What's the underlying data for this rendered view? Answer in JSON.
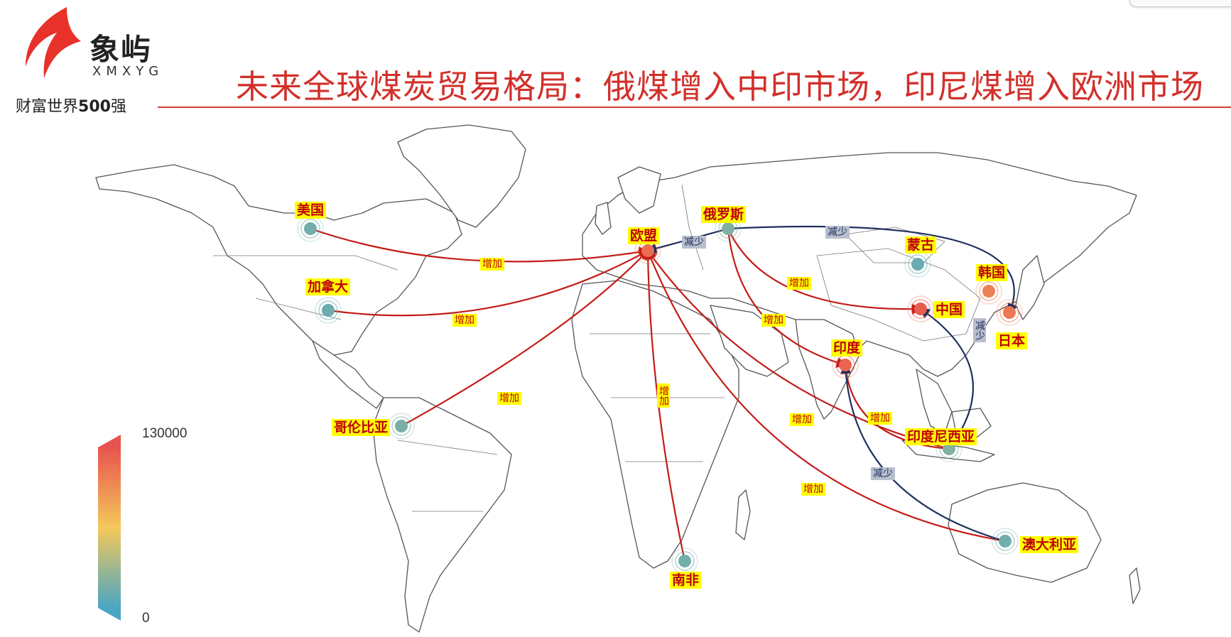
{
  "brand": {
    "name_cn": "象屿",
    "name_en": "XMXYG",
    "tagline_prefix": "财富世界",
    "tagline_bold": "500",
    "tagline_suffix": "强"
  },
  "title": "未来全球煤炭贸易格局：俄煤增入中印市场，印尼煤增入欧洲市场",
  "colors": {
    "accent": "#d2302b",
    "increase_flow": "#c41b17",
    "decrease_flow": "#1f2f60",
    "label_bg": "#ffff00",
    "label_text": "#c0000a",
    "legend_high": "#e8534f",
    "legend_mid": "#f5c85a",
    "legend_low": "#4aa6c4"
  },
  "legend": {
    "max": "130000",
    "min": "0"
  },
  "countries": [
    {
      "key": "usa",
      "label": "美国",
      "value": 15000
    },
    {
      "key": "canada",
      "label": "加拿大",
      "value": 12000
    },
    {
      "key": "colombia",
      "label": "哥伦比亚",
      "value": 18000
    },
    {
      "key": "eu",
      "label": "欧盟",
      "value": 115000
    },
    {
      "key": "russia",
      "label": "俄罗斯",
      "value": 20000
    },
    {
      "key": "mongolia",
      "label": "蒙古",
      "value": 12000
    },
    {
      "key": "korea",
      "label": "韩国",
      "value": 105000
    },
    {
      "key": "china",
      "label": "中国",
      "value": 125000
    },
    {
      "key": "japan",
      "label": "日本",
      "value": 110000
    },
    {
      "key": "india",
      "label": "印度",
      "value": 120000
    },
    {
      "key": "indonesia",
      "label": "印度尼西亚",
      "value": 22000
    },
    {
      "key": "south_africa",
      "label": "南非",
      "value": 15000
    },
    {
      "key": "australia",
      "label": "澳大利亚",
      "value": 15000
    }
  ],
  "flows": [
    {
      "from": "usa",
      "to": "eu",
      "kind": "increase",
      "label": "增加"
    },
    {
      "from": "canada",
      "to": "eu",
      "kind": "increase",
      "label": "增加"
    },
    {
      "from": "colombia",
      "to": "eu",
      "kind": "increase",
      "label": "增加"
    },
    {
      "from": "south_africa",
      "to": "eu",
      "kind": "increase",
      "label": "增加"
    },
    {
      "from": "indonesia",
      "to": "eu",
      "kind": "increase",
      "label": "增加"
    },
    {
      "from": "australia",
      "to": "eu",
      "kind": "increase",
      "label": "增加"
    },
    {
      "from": "russia",
      "to": "china",
      "kind": "increase",
      "label": "增加"
    },
    {
      "from": "russia",
      "to": "india",
      "kind": "increase",
      "label": "增加"
    },
    {
      "from": "indonesia",
      "to": "india",
      "kind": "increase",
      "label": "增加"
    },
    {
      "from": "russia",
      "to": "eu",
      "kind": "decrease",
      "label": "减少"
    },
    {
      "from": "russia",
      "to": "japan",
      "kind": "decrease",
      "label": "减少"
    },
    {
      "from": "indonesia",
      "to": "china",
      "kind": "decrease",
      "label": "减少"
    },
    {
      "from": "australia",
      "to": "india",
      "kind": "decrease",
      "label": "减少"
    }
  ]
}
